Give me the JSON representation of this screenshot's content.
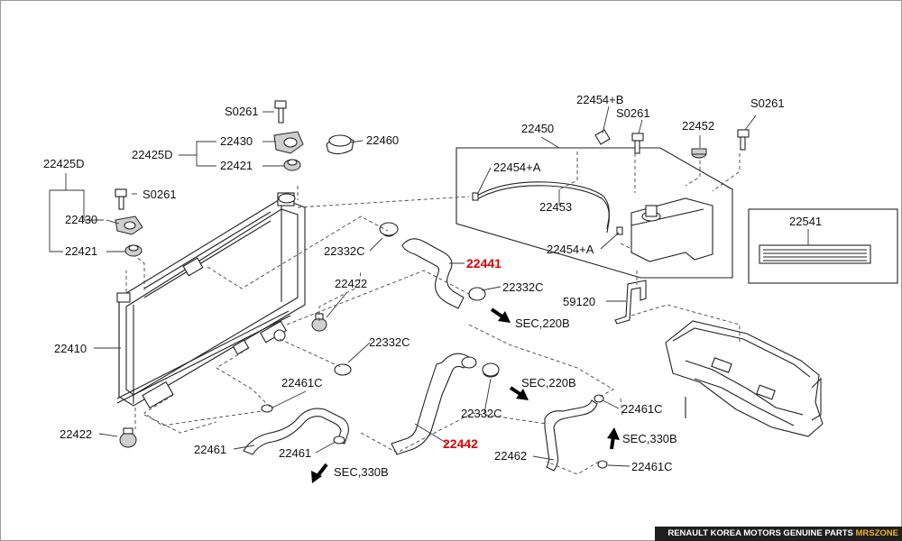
{
  "labels": {
    "s0261_top": "S0261",
    "p22425d_top": "22425D",
    "p22430_top": "22430",
    "p22421_top": "22421",
    "p22460": "22460",
    "p22425d_left": "22425D",
    "p22430_left": "22430",
    "p22421_left": "22421",
    "s0261_left": "S0261",
    "p22332c_a": "22332C",
    "p22441": "22441",
    "p22332c_b": "22332C",
    "sec220b_a": "SEC,220B",
    "p22422_mid": "22422",
    "p22410": "22410",
    "p22332c_c": "22332C",
    "p22461c_a": "22461C",
    "sec220b_b": "SEC,220B",
    "p22332c_d": "22332C",
    "p22422_low": "22422",
    "p22461_a": "22461",
    "p22461_b": "22461",
    "sec330b_a": "SEC,330B",
    "p22442": "22442",
    "p22462": "22462",
    "p22461c_b": "22461C",
    "sec330b_b": "SEC,330B",
    "p22461c_c": "22461C",
    "p22454b": "22454+B",
    "s0261_tank": "S0261",
    "p22450": "22450",
    "p22452": "22452",
    "s0261_right": "S0261",
    "p22454a_top": "22454+A",
    "p22453": "22453",
    "p22454a_low": "22454+A",
    "p59120": "59120",
    "p22541": "22541"
  },
  "footer": {
    "text": "RENAULT KOREA MOTORS GENUINE PARTS ",
    "brand": "MRSZONE"
  }
}
